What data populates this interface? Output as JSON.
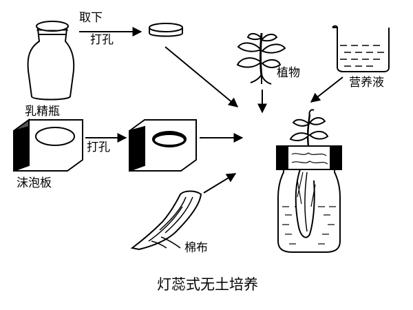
{
  "labels": {
    "remove_cap": "取下",
    "punch_hole_top": "打孔",
    "plant": "植物",
    "nutrient_solution": "营养液",
    "bottle": "乳精瓶",
    "punch_hole_mid": "打孔",
    "foam_board": "沫泡板",
    "cotton_cloth": "棉布"
  },
  "caption": "灯蕊式无土培养",
  "colors": {
    "ink": "#000000",
    "background": "#ffffff"
  }
}
